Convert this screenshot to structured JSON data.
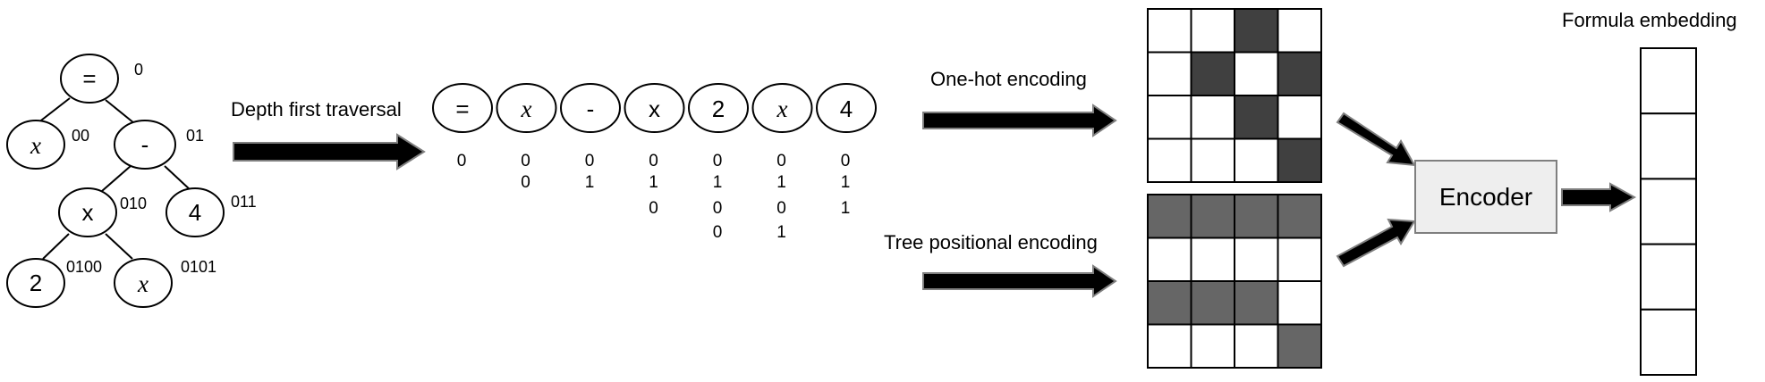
{
  "tree": {
    "nodes": [
      {
        "symbol": "=",
        "code": "0",
        "italic": false
      },
      {
        "symbol": "x",
        "code": "00",
        "italic": true
      },
      {
        "symbol": "-",
        "code": "01",
        "italic": false
      },
      {
        "symbol": "x",
        "code": "010",
        "italic": false
      },
      {
        "symbol": "4",
        "code": "011",
        "italic": false
      },
      {
        "symbol": "2",
        "code": "0100",
        "italic": false
      },
      {
        "symbol": "x",
        "code": "0101",
        "italic": true
      }
    ]
  },
  "labels": {
    "depth_first": "Depth first traversal",
    "one_hot": "One-hot encoding",
    "tree_positional": "Tree positional encoding",
    "encoder": "Encoder",
    "formula_embedding": "Formula embedding"
  },
  "sequence": [
    {
      "symbol": "=",
      "italic": false,
      "digits": [
        "0"
      ]
    },
    {
      "symbol": "x",
      "italic": true,
      "digits": [
        "0",
        "0"
      ]
    },
    {
      "symbol": "-",
      "italic": false,
      "digits": [
        "0",
        "1"
      ]
    },
    {
      "symbol": "x",
      "italic": false,
      "digits": [
        "0",
        "1",
        "0"
      ]
    },
    {
      "symbol": "2",
      "italic": false,
      "digits": [
        "0",
        "1",
        "0",
        "0"
      ]
    },
    {
      "symbol": "x",
      "italic": true,
      "digits": [
        "0",
        "1",
        "0",
        "1"
      ]
    },
    {
      "symbol": "4",
      "italic": false,
      "digits": [
        "0",
        "1",
        "1"
      ]
    }
  ],
  "one_hot_grid": [
    [
      0,
      0,
      1,
      0
    ],
    [
      0,
      1,
      0,
      1
    ],
    [
      0,
      0,
      1,
      0
    ],
    [
      0,
      0,
      0,
      1
    ]
  ],
  "positional_grid": [
    [
      1,
      1,
      1,
      1
    ],
    [
      0,
      0,
      0,
      0
    ],
    [
      1,
      1,
      1,
      0
    ],
    [
      0,
      0,
      0,
      1
    ]
  ],
  "embedding_cells": 5,
  "colors": {
    "one_hot_fill": "#404040",
    "positional_fill": "#666666",
    "encoder_fill": "#eeeeee",
    "encoder_stroke": "#7f7f7f"
  }
}
